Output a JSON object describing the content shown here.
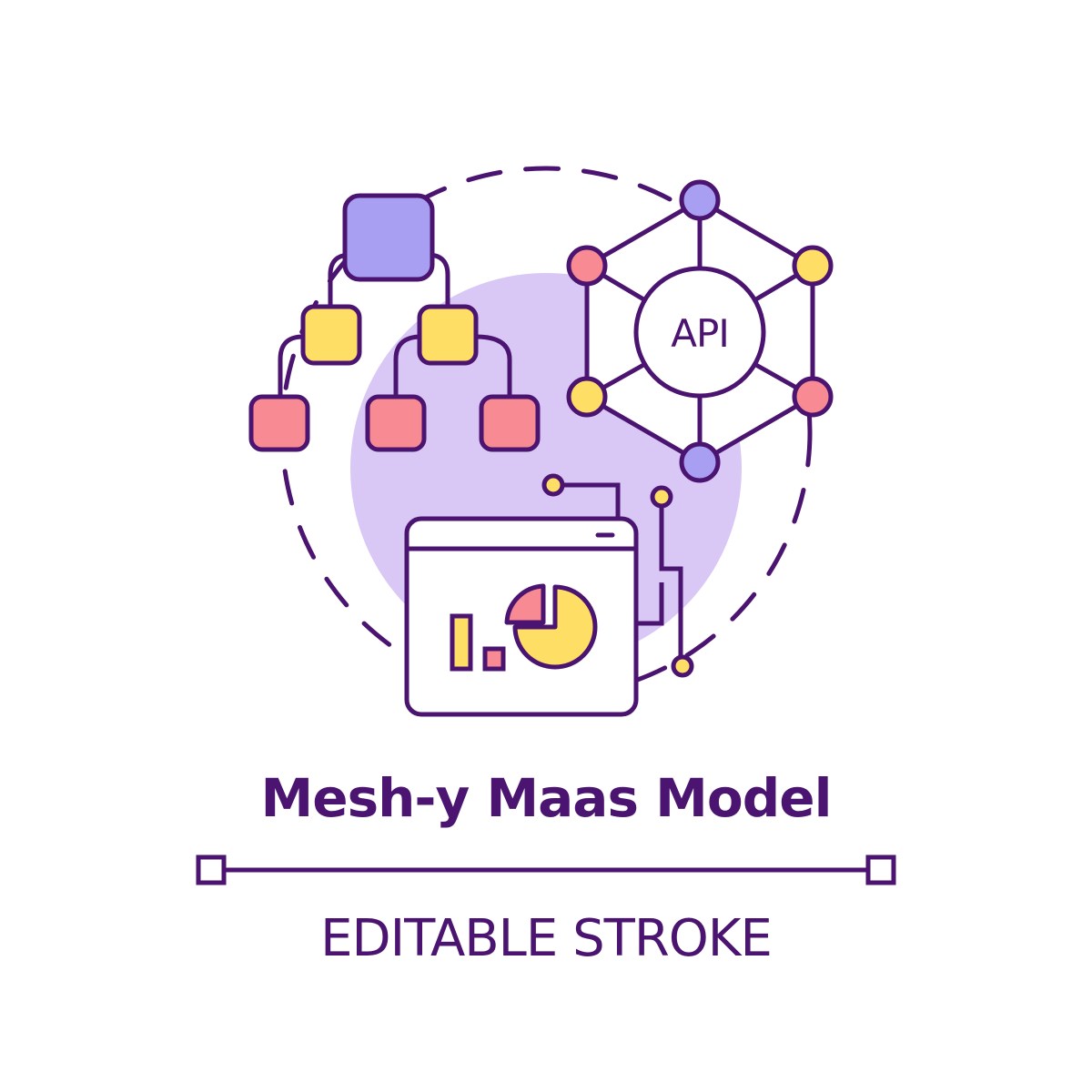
{
  "title": "Mesh-y Maas Model",
  "subtitle": "EDITABLE STROKE",
  "api_label": "API",
  "colors": {
    "stroke": "#4b1470",
    "circle_fill": "#d9c8f5",
    "purple": "#a89ff2",
    "yellow": "#ffde66",
    "pink": "#f78a92",
    "background": "#ffffff"
  },
  "icons": [
    "hierarchy-tree-icon",
    "api-network-icon",
    "analytics-dashboard-window-icon",
    "dashed-circle-frame",
    "editable-stroke-line"
  ]
}
